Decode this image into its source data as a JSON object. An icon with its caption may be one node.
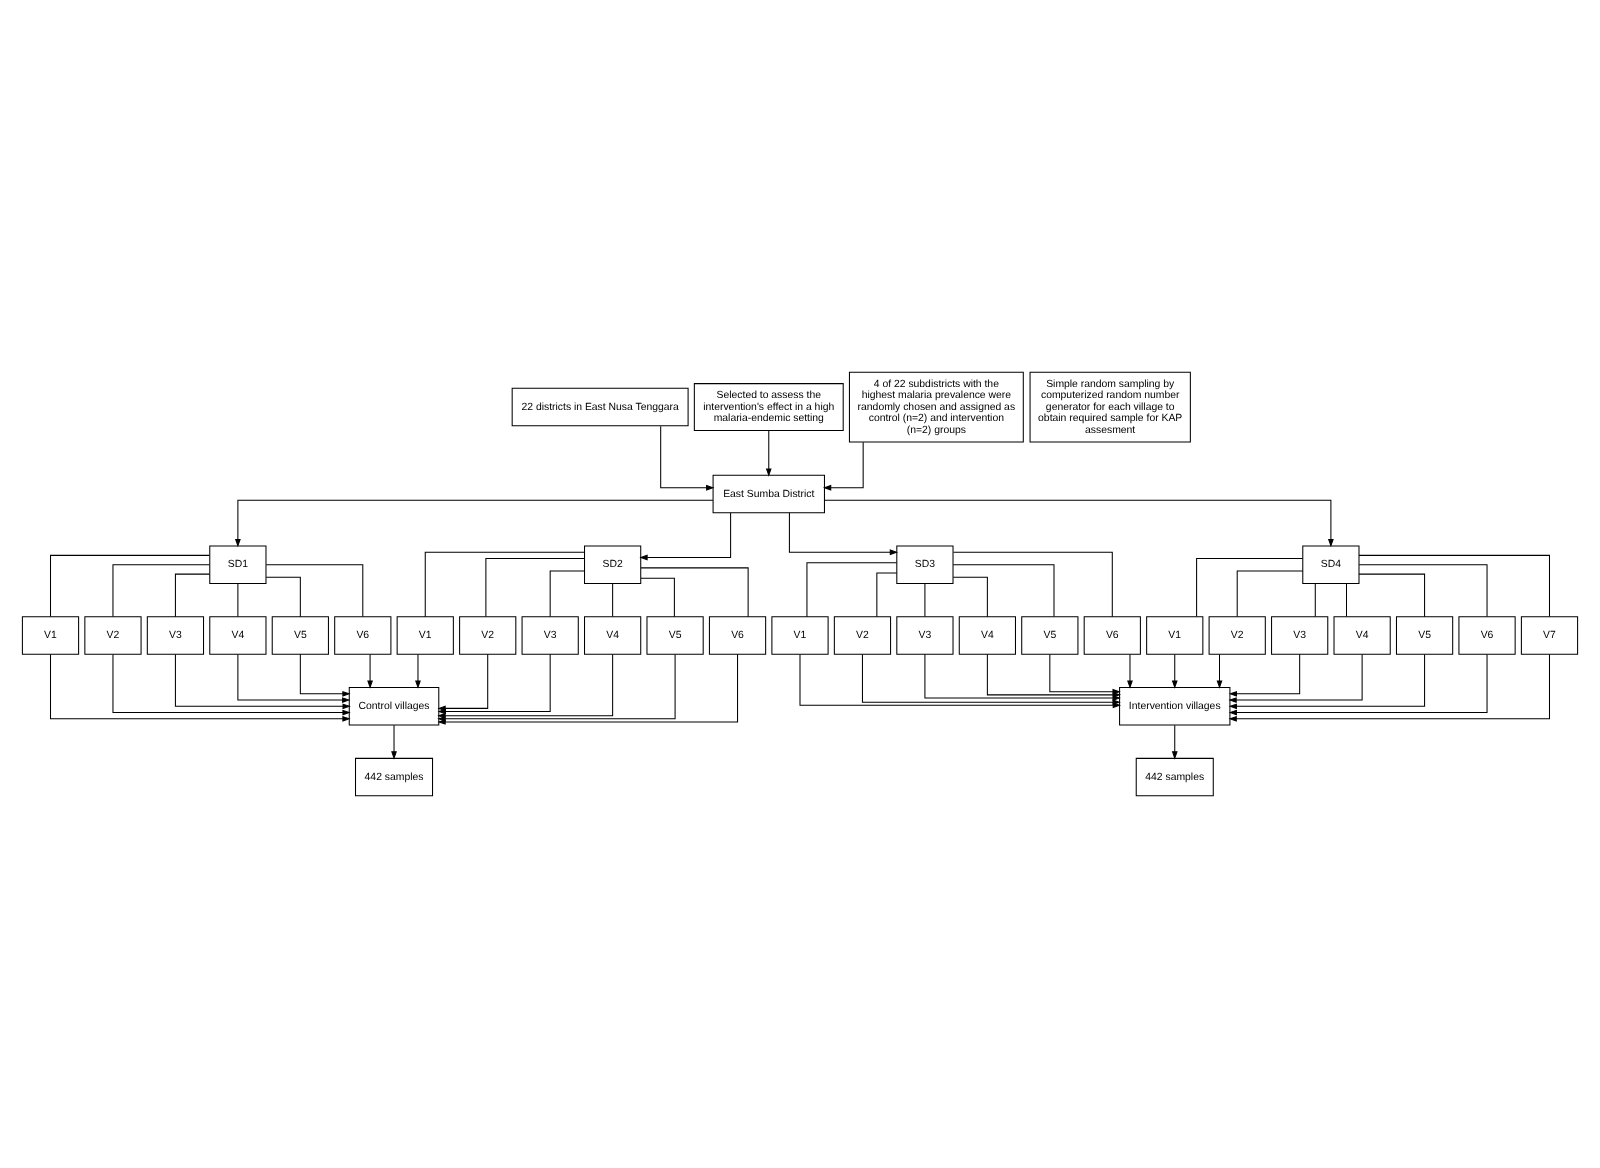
{
  "diagram": {
    "nodes": [
      {
        "text": [
          "22 districts in East Nusa Tenggara"
        ]
      },
      {
        "text": [
          "Selected to assess the intervention's effect in a high malaria-endemic setting"
        ]
      },
      {
        "text": [
          "East Sumba District"
        ]
      },
      {
        "text": [
          "4 of 22 subdistricts with the highest malaria prevalence were randomly chosen and assigned as control (n=2) and intervention (n=2) groups"
        ]
      },
      {
        "text": [
          "SD1"
        ]
      },
      {
        "text": [
          "SD2"
        ]
      },
      {
        "text": [
          "SD3"
        ]
      },
      {
        "text": [
          "SD4"
        ]
      },
      {
        "text": [
          "V1"
        ]
      },
      {
        "text": [
          "V2"
        ]
      },
      {
        "text": [
          "V3"
        ]
      },
      {
        "text": [
          "V4"
        ]
      },
      {
        "text": [
          "V5"
        ]
      },
      {
        "text": [
          "V6"
        ]
      },
      {
        "text": [
          "V1"
        ]
      },
      {
        "text": [
          "V2"
        ]
      },
      {
        "text": [
          "V3"
        ]
      },
      {
        "text": [
          "V4"
        ]
      },
      {
        "text": [
          "V5"
        ]
      },
      {
        "text": [
          "V6"
        ]
      },
      {
        "text": [
          "V1"
        ]
      },
      {
        "text": [
          "V2"
        ]
      },
      {
        "text": [
          "V3"
        ]
      },
      {
        "text": [
          "V4"
        ]
      },
      {
        "text": [
          "V5"
        ]
      },
      {
        "text": [
          "V6"
        ]
      },
      {
        "text": [
          "V1"
        ]
      },
      {
        "text": [
          "V2"
        ]
      },
      {
        "text": [
          "V3"
        ]
      },
      {
        "text": [
          "V4"
        ]
      },
      {
        "text": [
          "V5"
        ]
      },
      {
        "text": [
          "V6"
        ]
      },
      {
        "text": [
          "V7"
        ]
      },
      {
        "text": [
          "Control villages"
        ]
      },
      {
        "text": [
          "Intervention villages"
        ]
      },
      {
        "text": [
          "Simple random sampling by computerized random number generator for each village to obtain required sample for KAP assesment"
        ]
      },
      {
        "text": [
          "442 samples"
        ]
      },
      {
        "text": [
          "442 samples"
        ]
      }
    ],
    "edges": [
      {
        "from": 0,
        "to": 2,
        "arrow": "to"
      },
      {
        "from": 1,
        "to": 2,
        "arrow": "to"
      },
      {
        "from": 3,
        "to": 2,
        "arrow": "to"
      },
      {
        "from": 2,
        "to": 4,
        "arrow": "to"
      },
      {
        "from": 2,
        "to": 5,
        "arrow": "to"
      },
      {
        "from": 2,
        "to": 6,
        "arrow": "to"
      },
      {
        "from": 2,
        "to": 7,
        "arrow": "to"
      },
      {
        "from": 4,
        "to": 8,
        "arrow": "none"
      },
      {
        "from": 4,
        "to": 9,
        "arrow": "none"
      },
      {
        "from": 4,
        "to": 10,
        "arrow": "none"
      },
      {
        "from": 4,
        "to": 11,
        "arrow": "none"
      },
      {
        "from": 4,
        "to": 12,
        "arrow": "none"
      },
      {
        "from": 4,
        "to": 13,
        "arrow": "none"
      },
      {
        "from": 5,
        "to": 14,
        "arrow": "none"
      },
      {
        "from": 5,
        "to": 15,
        "arrow": "none"
      },
      {
        "from": 5,
        "to": 16,
        "arrow": "none"
      },
      {
        "from": 5,
        "to": 17,
        "arrow": "none"
      },
      {
        "from": 5,
        "to": 18,
        "arrow": "none"
      },
      {
        "from": 5,
        "to": 19,
        "arrow": "none"
      },
      {
        "from": 6,
        "to": 20,
        "arrow": "none"
      },
      {
        "from": 6,
        "to": 21,
        "arrow": "none"
      },
      {
        "from": 6,
        "to": 22,
        "arrow": "none"
      },
      {
        "from": 6,
        "to": 23,
        "arrow": "none"
      },
      {
        "from": 6,
        "to": 24,
        "arrow": "none"
      },
      {
        "from": 6,
        "to": 25,
        "arrow": "none"
      },
      {
        "from": 7,
        "to": 26,
        "arrow": "none"
      },
      {
        "from": 7,
        "to": 27,
        "arrow": "none"
      },
      {
        "from": 7,
        "to": 28,
        "arrow": "none"
      },
      {
        "from": 7,
        "to": 29,
        "arrow": "none"
      },
      {
        "from": 7,
        "to": 30,
        "arrow": "none"
      },
      {
        "from": 7,
        "to": 31,
        "arrow": "none"
      },
      {
        "from": 7,
        "to": 32,
        "arrow": "none"
      },
      {
        "from": 8,
        "to": 33,
        "arrow": "to"
      },
      {
        "from": 9,
        "to": 33,
        "arrow": "to"
      },
      {
        "from": 10,
        "to": 33,
        "arrow": "to"
      },
      {
        "from": 11,
        "to": 33,
        "arrow": "to"
      },
      {
        "from": 12,
        "to": 33,
        "arrow": "to"
      },
      {
        "from": 13,
        "to": 33,
        "arrow": "to"
      },
      {
        "from": 14,
        "to": 33,
        "arrow": "to"
      },
      {
        "from": 15,
        "to": 33,
        "arrow": "to"
      },
      {
        "from": 16,
        "to": 33,
        "arrow": "to"
      },
      {
        "from": 17,
        "to": 33,
        "arrow": "to"
      },
      {
        "from": 18,
        "to": 33,
        "arrow": "to"
      },
      {
        "from": 19,
        "to": 33,
        "arrow": "to"
      },
      {
        "from": 20,
        "to": 34,
        "arrow": "to"
      },
      {
        "from": 21,
        "to": 34,
        "arrow": "to"
      },
      {
        "from": 22,
        "to": 34,
        "arrow": "to"
      },
      {
        "from": 23,
        "to": 34,
        "arrow": "to"
      },
      {
        "from": 24,
        "to": 34,
        "arrow": "to"
      },
      {
        "from": 25,
        "to": 34,
        "arrow": "to"
      },
      {
        "from": 26,
        "to": 34,
        "arrow": "to"
      },
      {
        "from": 27,
        "to": 34,
        "arrow": "to"
      },
      {
        "from": 28,
        "to": 34,
        "arrow": "to"
      },
      {
        "from": 29,
        "to": 34,
        "arrow": "to"
      },
      {
        "from": 30,
        "to": 34,
        "arrow": "to"
      },
      {
        "from": 31,
        "to": 34,
        "arrow": "to"
      },
      {
        "from": 32,
        "to": 34,
        "arrow": "to"
      },
      {
        "from": 33,
        "to": 36,
        "arrow": "to"
      },
      {
        "from": 34,
        "to": 37,
        "arrow": "to"
      }
    ]
  }
}
